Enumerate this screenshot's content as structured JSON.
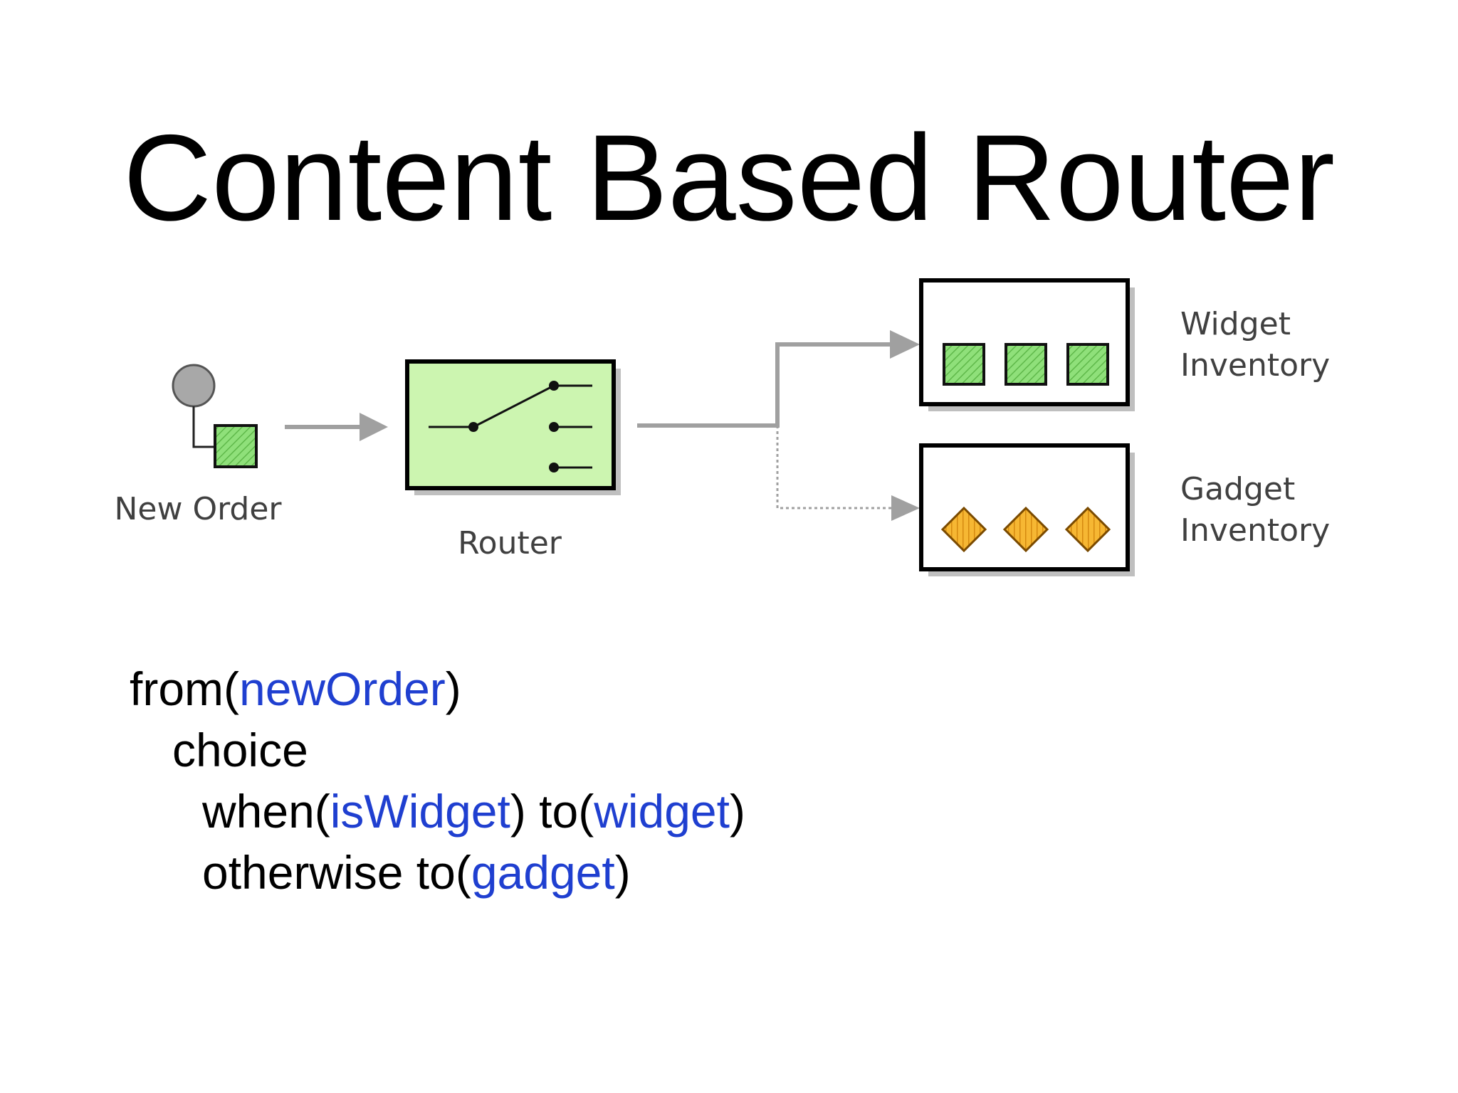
{
  "title": "Content Based Router",
  "diagram": {
    "labels": {
      "new_order": "New Order",
      "router": "Router",
      "widget_inventory_1": "Widget",
      "widget_inventory_2": "Inventory",
      "gadget_inventory_1": "Gadget",
      "gadget_inventory_2": "Inventory"
    },
    "colors": {
      "widget_fill": "#8fe07a",
      "router_fill": "#ccf5b0",
      "gadget_fill": "#f6b733",
      "arrow": "#a0a0a0",
      "circle": "#a8a8a8"
    }
  },
  "code": {
    "line1": {
      "a": "from(",
      "b": "newOrder",
      "c": ")"
    },
    "line2": {
      "a": "choice"
    },
    "line3": {
      "a": "when(",
      "b": "isWidget",
      "c": ") to(",
      "d": "widget",
      "e": ")"
    },
    "line4": {
      "a": "otherwise to(",
      "b": "gadget",
      "c": ")"
    },
    "keyword_color": "#1f3fd0"
  }
}
